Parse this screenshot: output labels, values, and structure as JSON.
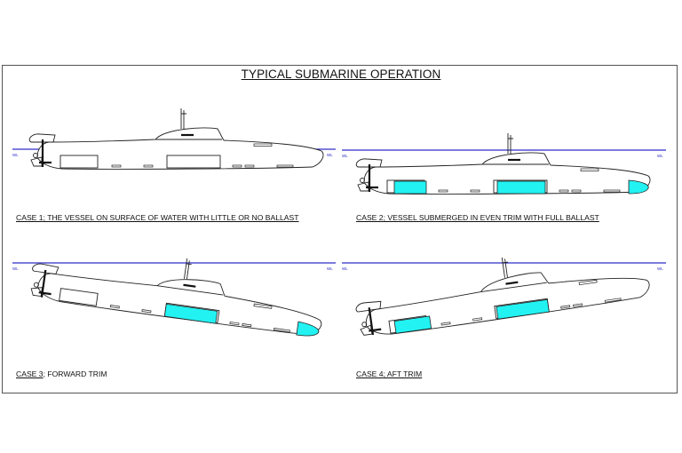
{
  "title": "TYPICAL SUBMARINE OPERATION",
  "ballast_color": "#22f2f2",
  "water_line_color": "#2f2fc8",
  "water_line_label": "WL",
  "cases": [
    {
      "case_label": "CASE 1",
      "description": "; THE VESSEL ON SURFACE OF WATER WITH LITTLE OR NO BALLAST"
    },
    {
      "case_label": "CASE 2",
      "description": "; VESSEL SUBMERGED IN EVEN TRIM WITH FULL BALLAST"
    },
    {
      "case_label": "CASE 3",
      "description": "; FORWARD TRIM"
    },
    {
      "case_label": "CASE 4",
      "description": "; AFT TRIM"
    }
  ]
}
